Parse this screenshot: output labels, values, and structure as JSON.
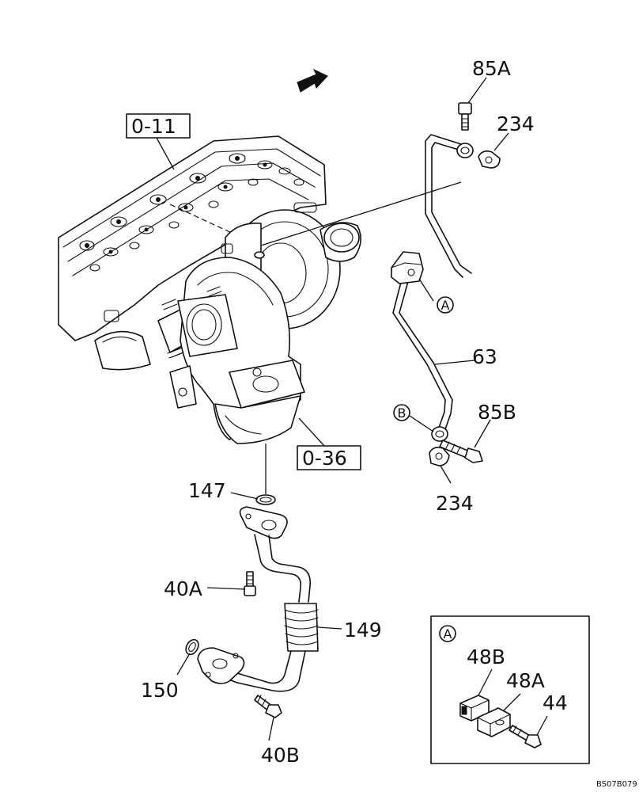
{
  "labels": {
    "part_85A": "85A",
    "part_234_top": "234",
    "ref_0_11": "0-11",
    "ref_0_36": "0-36",
    "part_63": "63",
    "part_85B": "85B",
    "part_234_bottom": "234",
    "part_147": "147",
    "part_40A": "40A",
    "part_149": "149",
    "part_150": "150",
    "part_40B": "40B",
    "inset_marker": "A",
    "part_48B": "48B",
    "part_48A": "48A",
    "part_44": "44",
    "marker_A": "A",
    "marker_B": "B",
    "drawing_code": "BS07B079"
  },
  "icons": {
    "direction_arrow": "front-arrow-icon"
  }
}
